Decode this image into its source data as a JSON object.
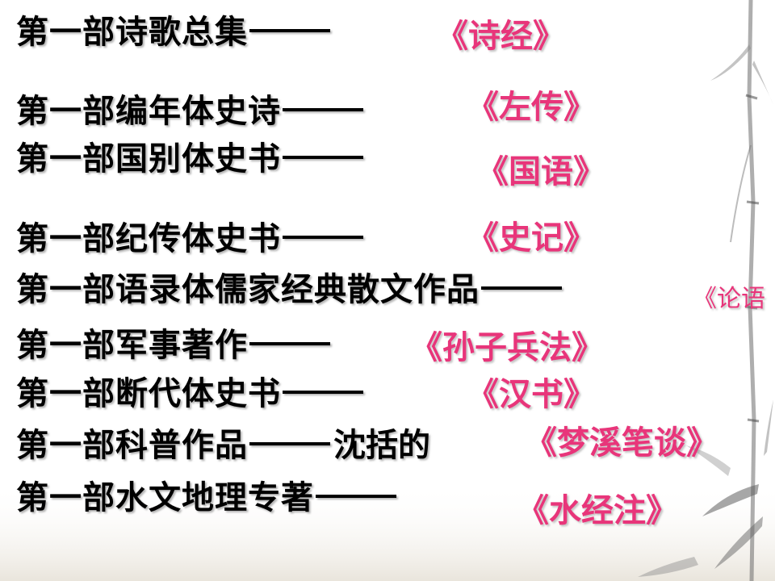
{
  "slide": {
    "accent_color": "#e8357a",
    "text_color": "#000000",
    "items": [
      {
        "prefix": "第一部诗歌总集",
        "extra": "",
        "book": "《诗经》"
      },
      {
        "prefix": "第一部编年体史诗",
        "extra": "",
        "book": "《左传》"
      },
      {
        "prefix": "第一部国别体史书",
        "extra": "",
        "book": "《国语》"
      },
      {
        "prefix": "第一部纪传体史书",
        "extra": "",
        "book": "《史记》"
      },
      {
        "prefix": "第一部语录体儒家经典散文作品",
        "extra": "",
        "book": "《论语"
      },
      {
        "prefix": "第一部军事著作",
        "extra": "",
        "book": "《孙子兵法》"
      },
      {
        "prefix": "第一部断代体史书",
        "extra": "",
        "book": "《汉书》"
      },
      {
        "prefix": "第一部科普作品",
        "extra": "沈括的",
        "book": "《梦溪笔谈》"
      },
      {
        "prefix": "第一部水文地理专著",
        "extra": "",
        "book": "《水经注》"
      }
    ]
  }
}
